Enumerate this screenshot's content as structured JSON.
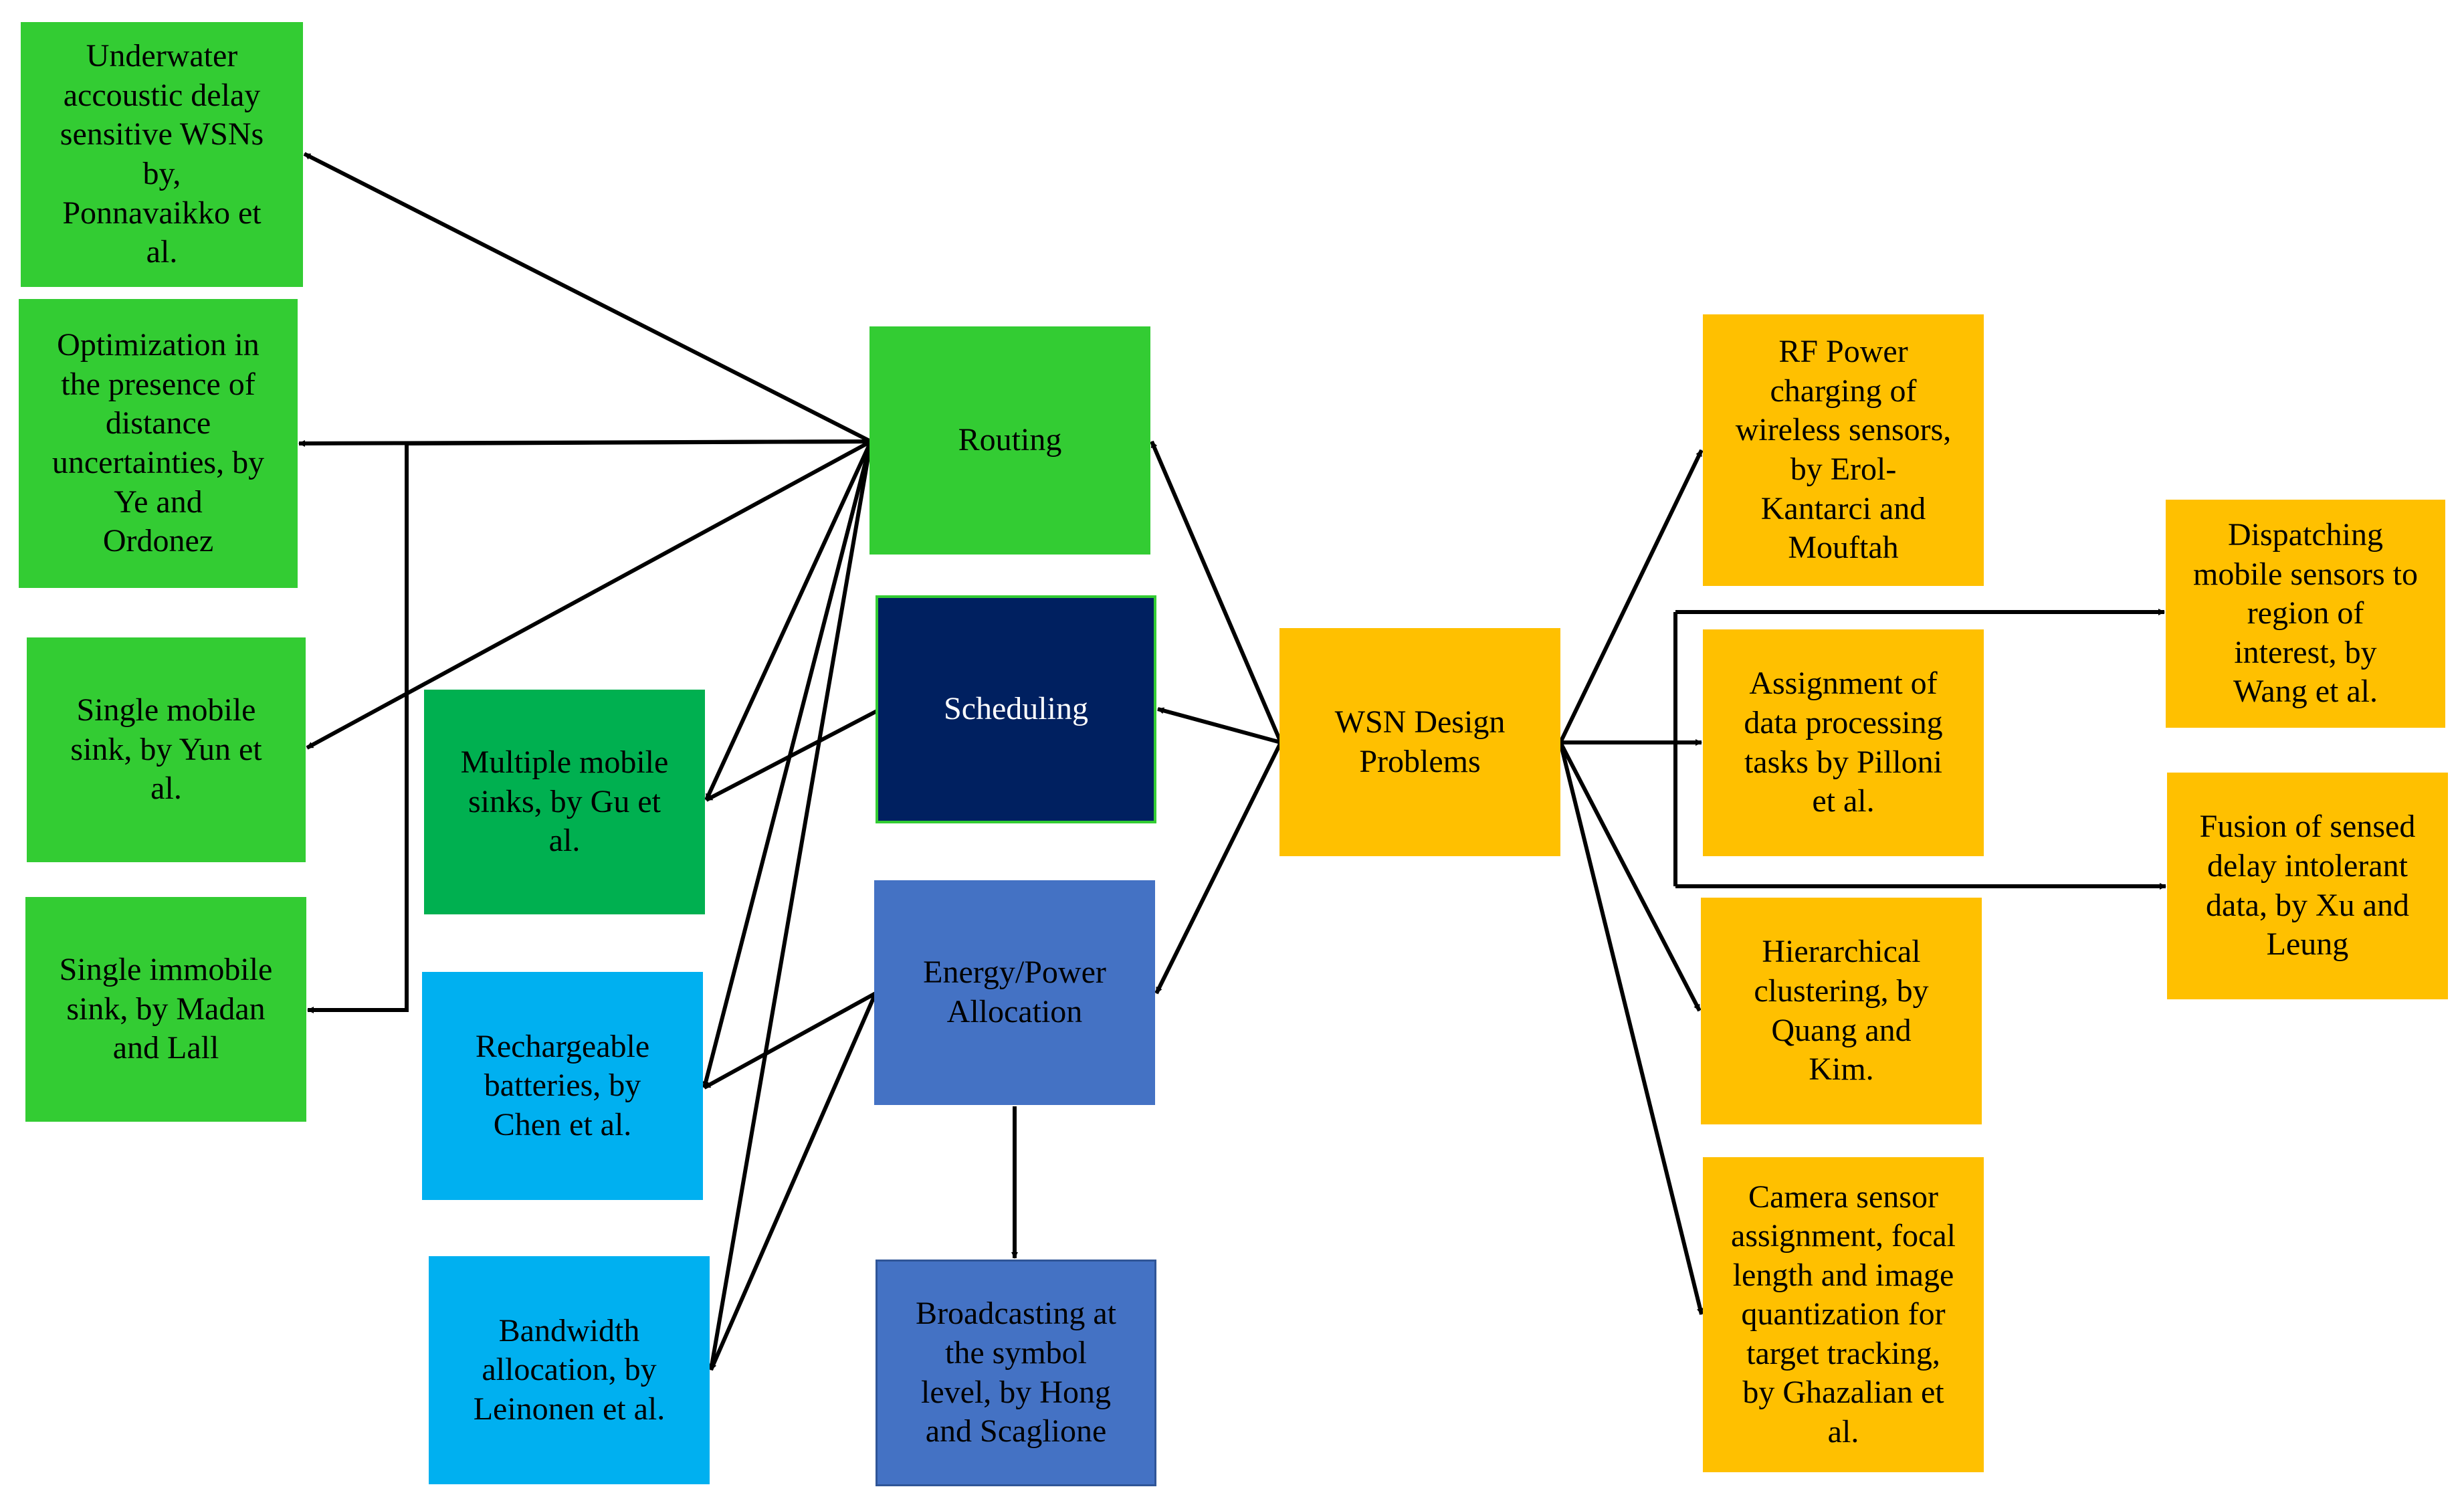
{
  "colors": {
    "green": "#33CC33",
    "dark_green": "#00B050",
    "navy": "#002060",
    "blue": "#4472C4",
    "cyan": "#00B0F0",
    "orange": "#FFC000",
    "text_dark": "#000000",
    "text_light": "#ffffff",
    "arrow": "#000000"
  },
  "nodes": {
    "underwater": "Underwater\naccoustic delay\nsensitive WSNs\nby,\nPonnavaikko et\nal.",
    "optimization": "Optimization  in\nthe presence of\ndistance\nuncertainties, by\nYe and\nOrdonez",
    "single_mobile": "Single mobile\nsink, by Yun et\nal.",
    "single_immobile": "Single immobile\nsink, by Madan\nand Lall",
    "multiple_mobile": "Multiple mobile\nsinks, by Gu et\nal.",
    "rechargeable": "Rechargeable\nbatteries, by\nChen et al.",
    "bandwidth": "Bandwidth\nallocation,  by\nLeinonen et al.",
    "routing": "Routing",
    "scheduling": "Scheduling",
    "energy": "Energy/Power\nAllocation",
    "broadcasting": "Broadcasting at\nthe symbol\nlevel, by Hong\nand Scaglione",
    "wsn": "WSN Design\nProblems",
    "rf_power": "RF Power\ncharging of\nwireless sensors,\nby Erol-\nKantarci  and\nMouftah",
    "assignment": "Assignment of\ndata processing\ntasks by Pilloni\net al.",
    "hierarchical": "Hierarchical\nclustering, by\nQuang and\nKim.",
    "camera": "Camera sensor\nassignment, focal\nlength and image\nquantization for\ntarget tracking,\nby Ghazalian et\nal.",
    "dispatching": "Dispatching\nmobile sensors to\nregion of\ninterest, by\nWang et al.",
    "fusion": "Fusion of sensed\ndelay intolerant\ndata, by Xu  and\nLeung"
  }
}
